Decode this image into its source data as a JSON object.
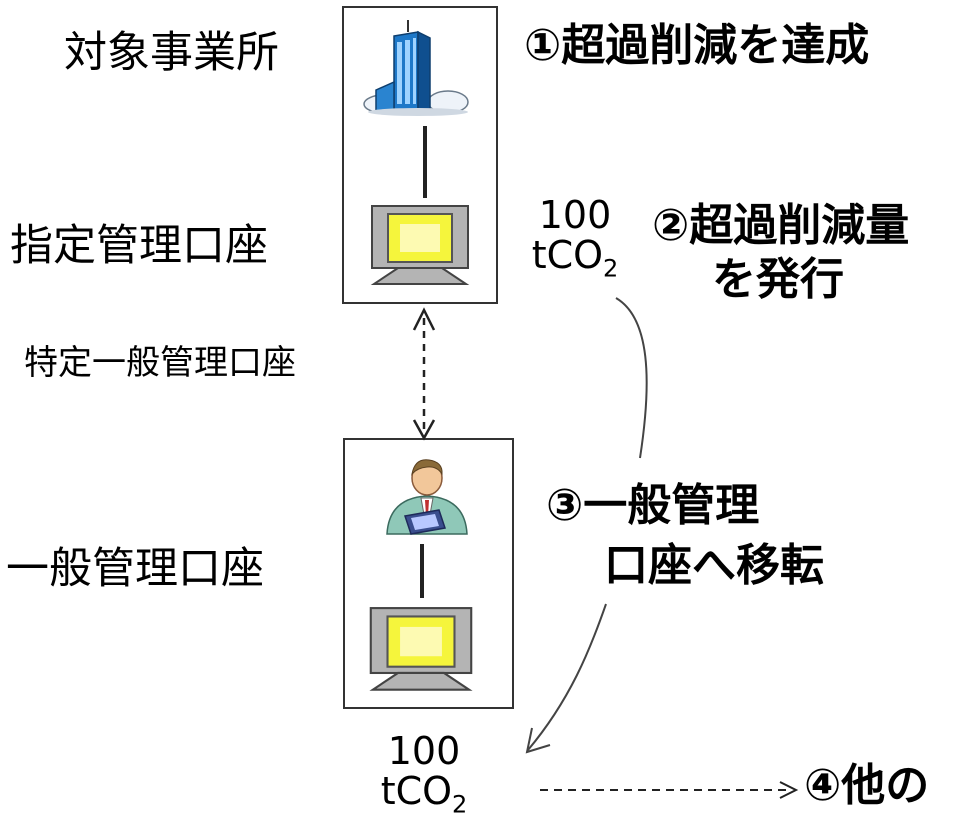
{
  "labels": {
    "target_facility": "対象事業所",
    "designated_account": "指定管理口座",
    "specific_general_account": "特定一般管理口座",
    "general_account": "一般管理口座"
  },
  "steps": {
    "step1": "①超過削減を達成",
    "step2_line1": "②超過削減量",
    "step2_line2": "を発行",
    "step3_line1": "③一般管理",
    "step3_line2": "口座へ移転",
    "step4": "④他の"
  },
  "quantities": {
    "issued_value": "100",
    "issued_unit": "tCO",
    "issued_sub": "2",
    "transferred_value": "100",
    "transferred_unit": "tCO",
    "transferred_sub": "2"
  },
  "icons": {
    "building": "office-building-icon",
    "monitor": "computer-monitor-icon",
    "person": "businessman-icon"
  },
  "colors": {
    "building_blue": "#1e78c8",
    "screen_yellow": "#f5f53c",
    "monitor_gray": "#b4b4b4"
  }
}
